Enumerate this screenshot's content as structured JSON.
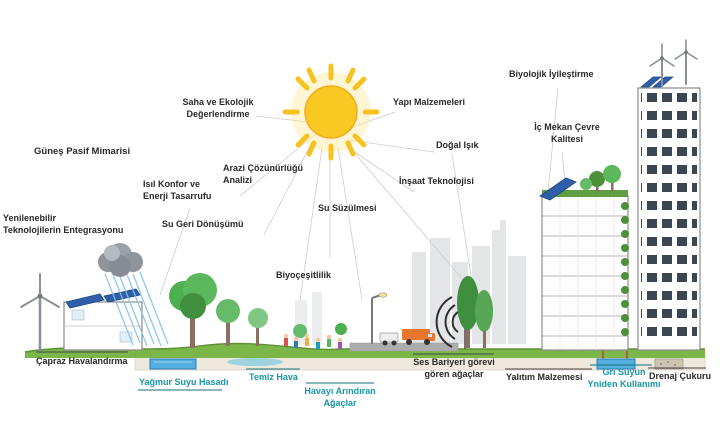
{
  "labels": {
    "gunes_pasif": "Güneş Pasif Mimarisi",
    "yenilenebilir": "Yenilenebilir\nTeknolojilerin Entegrasyonu",
    "isil_konfor": "Isıl Konfor ve\nEnerji Tasarrufu",
    "su_geri": "Su Geri Dönüşümü",
    "saha": "Saha ve Ekolojik\nDeğerlendirme",
    "arazi": "Arazi Çözünürlüğü\nAnalizi",
    "su_suzulmesi": "Su Süzülmesi",
    "biyocesitlilik": "Biyoçeşitlilik",
    "yapi_malzemeleri": "Yapı Malzemeleri",
    "dogal_isik": "Doğal Işık",
    "insaat": "İnşaat Teknolojisi",
    "biyolojik": "Biyolojik İyileştirme",
    "ic_mekan": "İç Mekan Çevre\nKalitesi",
    "capraz": "Çapraz Havalandırma",
    "yagmur": "Yağmur Suyu Hasadı",
    "temiz_hava": "Temiz Hava",
    "havayi": "Havayı Arındıran\nAğaçlar",
    "ses_bariyeri": "Ses Bariyeri görevi\ngören ağaçlar",
    "yalitim": "Yalıtım Malzemesi",
    "gri_suyun": "Gri Suyun\nYniden Kullanımı",
    "drenaj": "Drenaj Çukuru"
  },
  "colors": {
    "teal_label": "#1797a6",
    "dark_label": "#2a2a2a",
    "sun": "#f9c822",
    "ground_green": "#7ab648",
    "water_blue": "#55aee0",
    "solar_blue": "#2f5fa8"
  }
}
